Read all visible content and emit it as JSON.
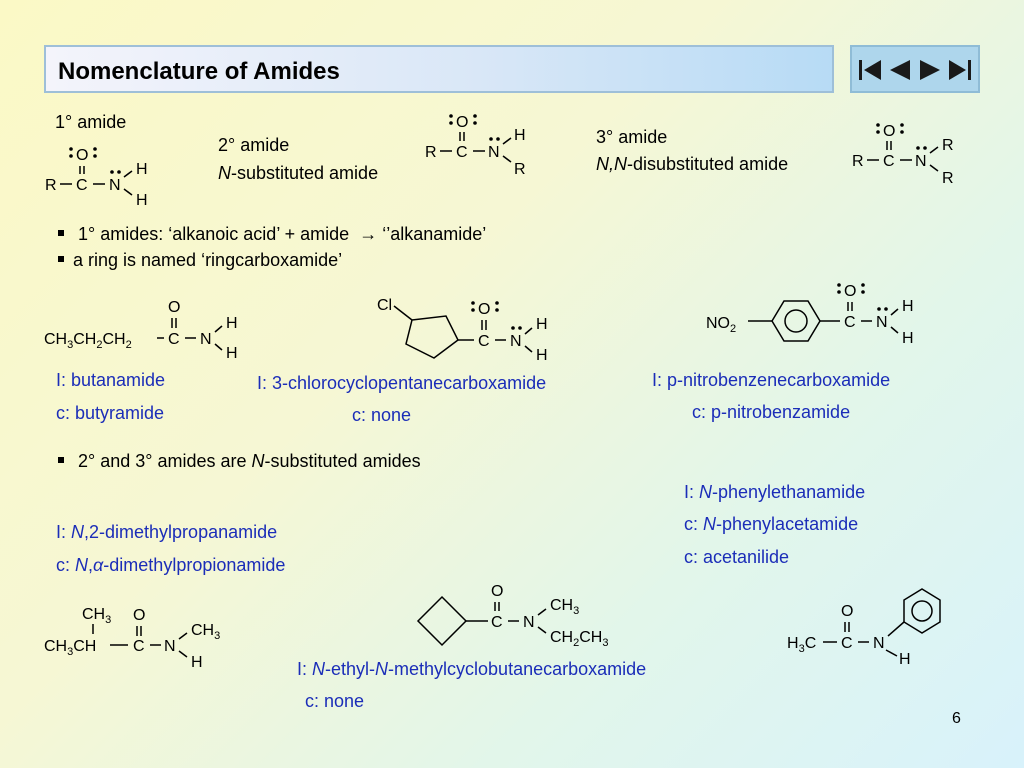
{
  "slide": {
    "title": "Nomenclature of Amides",
    "page_number": "6"
  },
  "nav": {
    "first_label": "first",
    "prev_label": "previous",
    "next_label": "next",
    "last_label": "last"
  },
  "amide_types": {
    "primary": {
      "label": "1° amide"
    },
    "secondary": {
      "label": "2° amide",
      "sub_italic": "N",
      "sub_rest": "-substituted amide"
    },
    "tertiary": {
      "label": "3° amide",
      "sub_italic": "N,N",
      "sub_rest": "-disubstituted amide"
    }
  },
  "bullets": {
    "b1_pre": "1° amides: ‘alkanoic acid’ + amide",
    "b1_arrow": "→",
    "b1_post": "‘’alkanamide’",
    "b2": "a ring is named ‘ringcarboxamide’",
    "b3_pre": "2° and 3° amides are ",
    "b3_italic": "N",
    "b3_post": "-substituted amides"
  },
  "examples": {
    "butanamide": {
      "iupac": "I:  butanamide",
      "common": "c:  butyramide"
    },
    "chlorocyclopentane": {
      "iupac": "I:  3-chlorocyclopentanecarboxamide",
      "common": "c:  none"
    },
    "nitrobenzene": {
      "iupac": "I:  p-nitrobenzenecarboxamide",
      "common": "c:  p-nitrobenzamide"
    },
    "phenylethanamide": {
      "iupac_pre": "I:  ",
      "iupac_italic": "N",
      "iupac_post": "-phenylethanamide",
      "common1_pre": "c: ",
      "common1_italic": "N",
      "common1_post": "-phenylacetamide",
      "common2": "c:  acetanilide"
    },
    "dimethylpropanamide": {
      "iupac_pre": "I:  ",
      "iupac_italic": "N",
      "iupac_post": ",2-dimethylpropanamide",
      "common_pre": "c: ",
      "common_italic": "N",
      "common_mid": ",",
      "common_alpha": "α",
      "common_post": "-dimethylpropionamide"
    },
    "cyclobutane": {
      "iupac_pre": "I:  ",
      "iupac_italic1": "N",
      "iupac_mid": "-ethyl-",
      "iupac_italic2": "N",
      "iupac_post": "-methylcyclobutanecarboxamide",
      "common": "c: none"
    }
  },
  "structure_labels": {
    "R": "R",
    "C": "C",
    "N": "N",
    "H": "H",
    "O": "O",
    "Cl": "Cl",
    "ch3ch2ch2": "CH3CH2CH2",
    "no2": "NO2",
    "ch3": "CH3",
    "ch2ch3": "CH2CH3",
    "ch3ch": "CH3CH",
    "h3c": "H3C"
  }
}
